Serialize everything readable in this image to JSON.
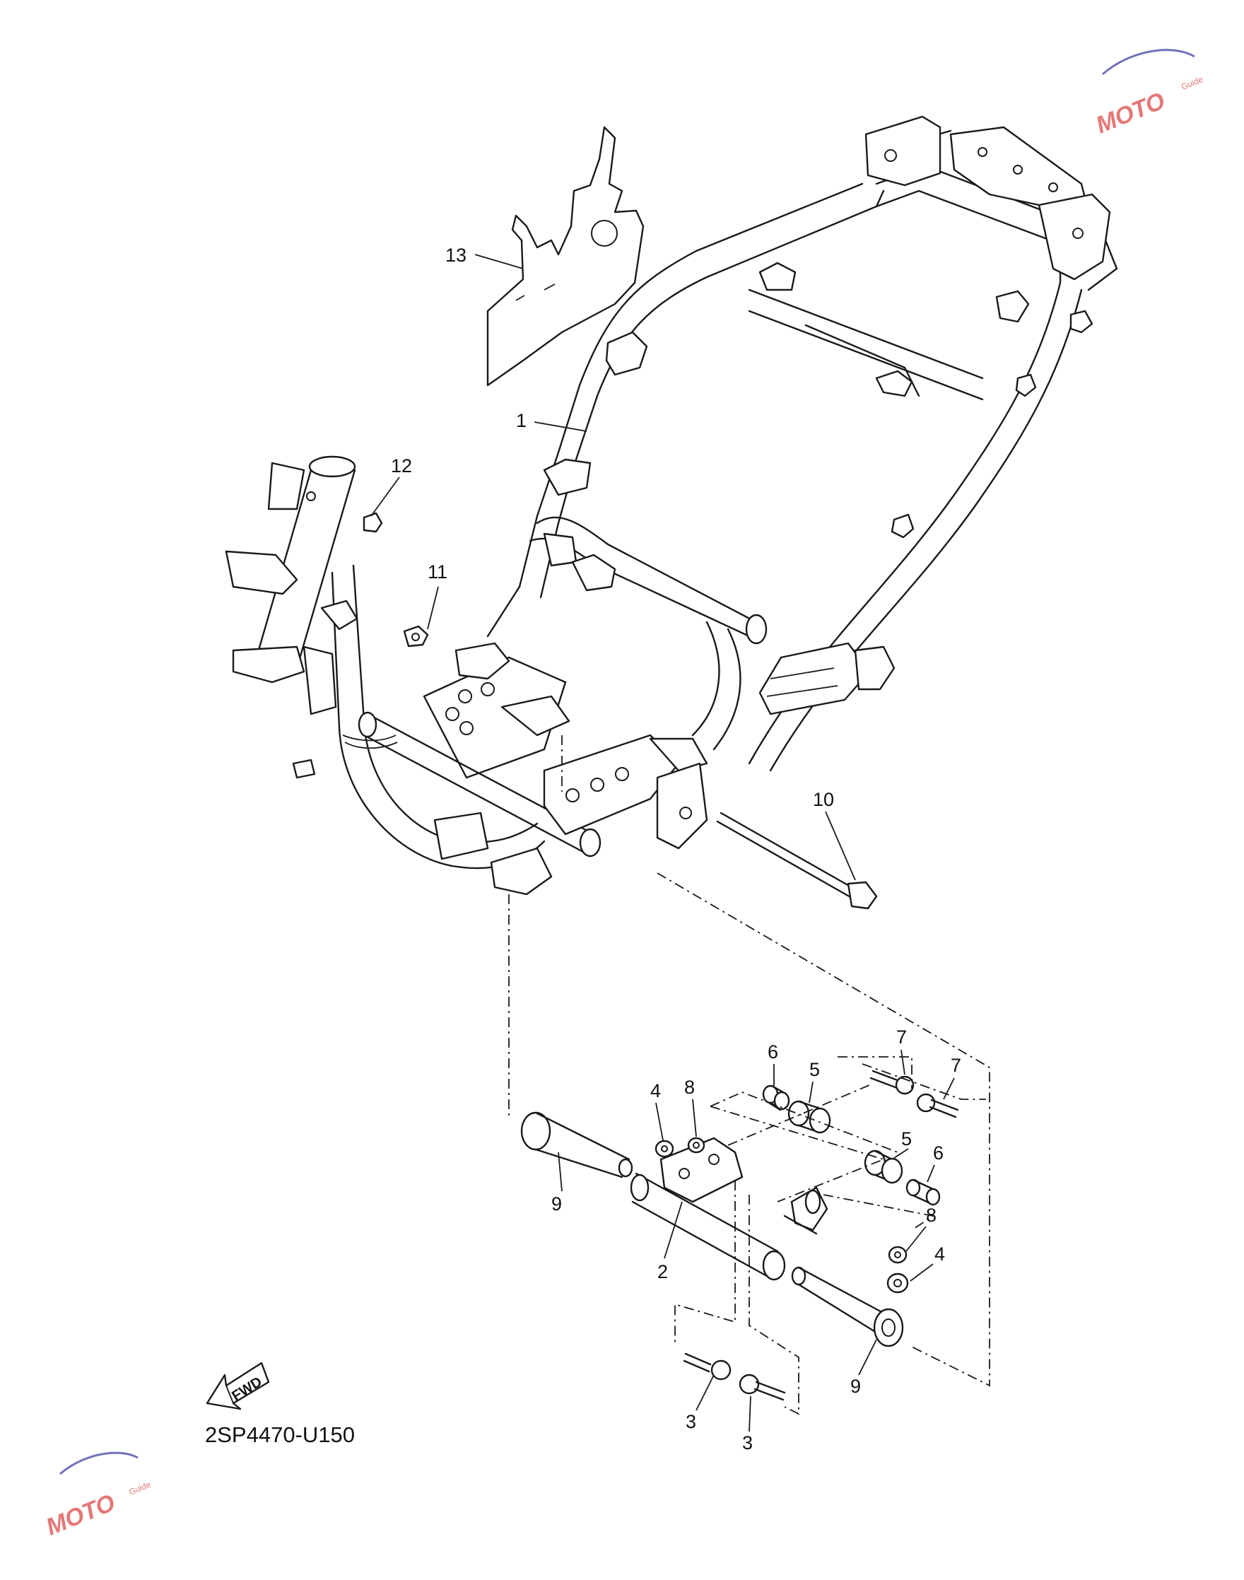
{
  "diagram": {
    "part_code": "2SP4470-U150",
    "fwd_label": "FWD",
    "callouts": [
      "1",
      "2",
      "3",
      "3",
      "4",
      "4",
      "5",
      "5",
      "6",
      "6",
      "7",
      "7",
      "8",
      "8",
      "9",
      "9",
      "10",
      "11",
      "12",
      "13"
    ],
    "watermark": {
      "top_text": "MOTO",
      "top_sub": "Guide",
      "bottom_text": "MOTO",
      "bottom_sub": "Guide",
      "color": "#e06060"
    }
  }
}
